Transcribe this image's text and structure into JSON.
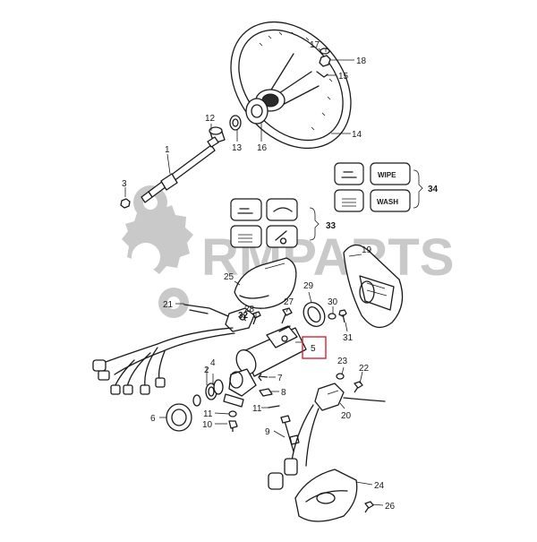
{
  "watermark": {
    "text": "RMPARTS",
    "color": "#c9c9c9"
  },
  "switch_labels": {
    "wipe": "WIPE",
    "wash": "WASH"
  },
  "highlight": {
    "part": "5",
    "color": "#d9232e"
  },
  "callouts": {
    "p1": "1",
    "p2": "2",
    "p3": "3",
    "p4": "4",
    "p5": "5",
    "p6": "6",
    "p7": "7",
    "p8": "8",
    "p9": "9",
    "p10": "10",
    "p11": "11",
    "p12": "12",
    "p13": "13",
    "p14": "14",
    "p15": "15",
    "p16": "16",
    "p17": "17",
    "p18": "18",
    "p19": "19",
    "p20": "20",
    "p21": "21",
    "p22": "22",
    "p23": "23",
    "p24": "24",
    "p25": "25",
    "p26": "26",
    "p27": "27",
    "p28": "28",
    "p29": "29",
    "p30": "30",
    "p31": "31",
    "p32": "32",
    "p33": "33",
    "p34": "34"
  }
}
